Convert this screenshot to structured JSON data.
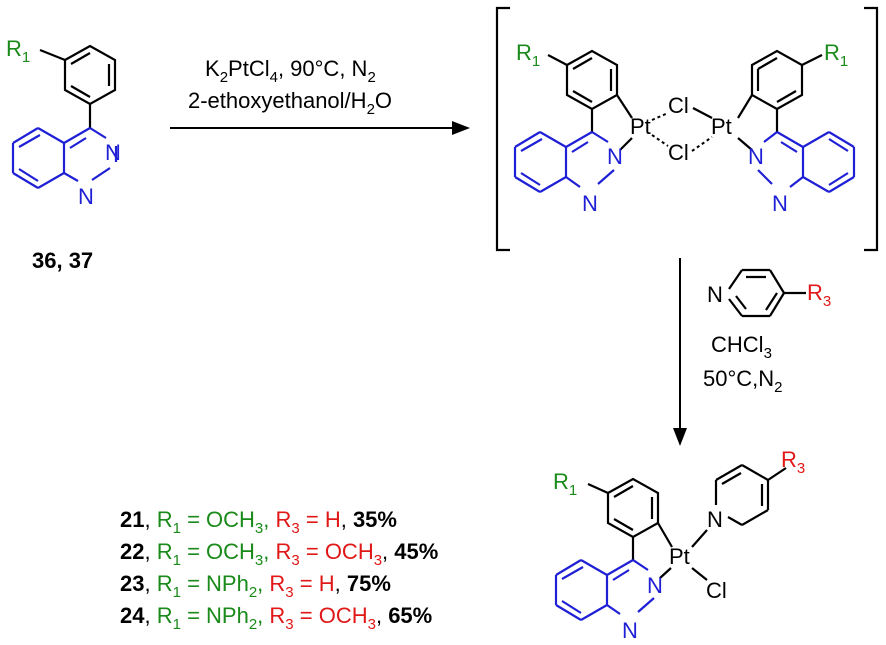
{
  "colors": {
    "r_group": "#1a8a1a",
    "quinazoline": "#1f1fd6",
    "r3_group": "#e01818",
    "bond": "#000000"
  },
  "labels": {
    "r1": "R",
    "r1_sub": "1",
    "r3": "R",
    "r3_sub": "3",
    "n": "N",
    "pt": "Pt",
    "cl": "Cl"
  },
  "reagents_top": {
    "line1": {
      "k": "K",
      "k_sub": "2",
      "ptcl": "PtCl",
      "ptcl_sub": "4",
      "rest": ", 90°C, N",
      "n_sub": "2"
    },
    "line2": {
      "text": "2-ethoxyethanol/H",
      "h_sub": "2",
      "o": "O"
    }
  },
  "starting_label": "36, 37",
  "reagents_down": {
    "solvent": "CHCl",
    "solvent_sub": "3",
    "cond": "50°C,N",
    "cond_sub": "2"
  },
  "products": [
    {
      "id": "21",
      "r1": "OCH",
      "r1_sub": "3",
      "r3": "H",
      "r3_sub": "",
      "yield": "35%"
    },
    {
      "id": "22",
      "r1": "OCH",
      "r1_sub": "3",
      "r3": "OCH",
      "r3_sub": "3",
      "yield": "45%"
    },
    {
      "id": "23",
      "r1": "NPh",
      "r1_sub": "2",
      "r3": "H",
      "r3_sub": "",
      "yield": "75%"
    },
    {
      "id": "24",
      "r1": "NPh",
      "r1_sub": "2",
      "r3": "OCH",
      "r3_sub": "3",
      "yield": "65%"
    }
  ],
  "product_text": {
    "comma": ", ",
    "r1_eq": "R",
    "eq": " = ",
    "one": "1",
    "three": "3"
  }
}
